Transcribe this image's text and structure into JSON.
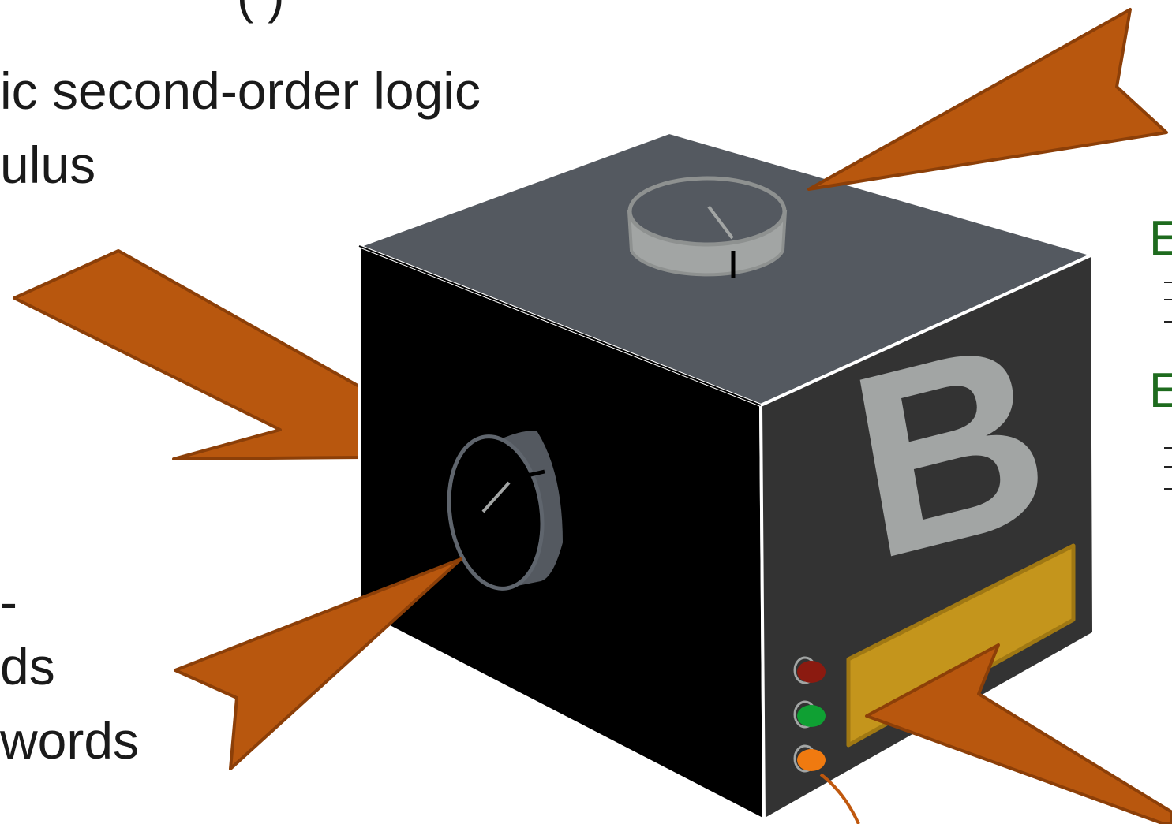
{
  "left_text": {
    "top_brace": "(  )",
    "line1": "ic second-order logic",
    "line2": "ulus",
    "line3": "-",
    "line4": "ds",
    "line5": "words"
  },
  "right_text": {
    "heading1": "E",
    "heading2": "E"
  },
  "box": {
    "letter": "B"
  },
  "colors": {
    "arrow": "#b8570e",
    "arrow_stroke": "#8c3f08",
    "box_front": "#000000",
    "box_top": "#545960",
    "box_right": "#333333",
    "label_plate": "#c4951c",
    "letter": "#a2a5a4",
    "led_red": "#8b1a10",
    "led_green": "#0fa033",
    "led_orange": "#f07a10",
    "green_text": "#1e6b1e"
  },
  "icons": [
    "arrow-icon",
    "dial-icon",
    "led-icon"
  ]
}
